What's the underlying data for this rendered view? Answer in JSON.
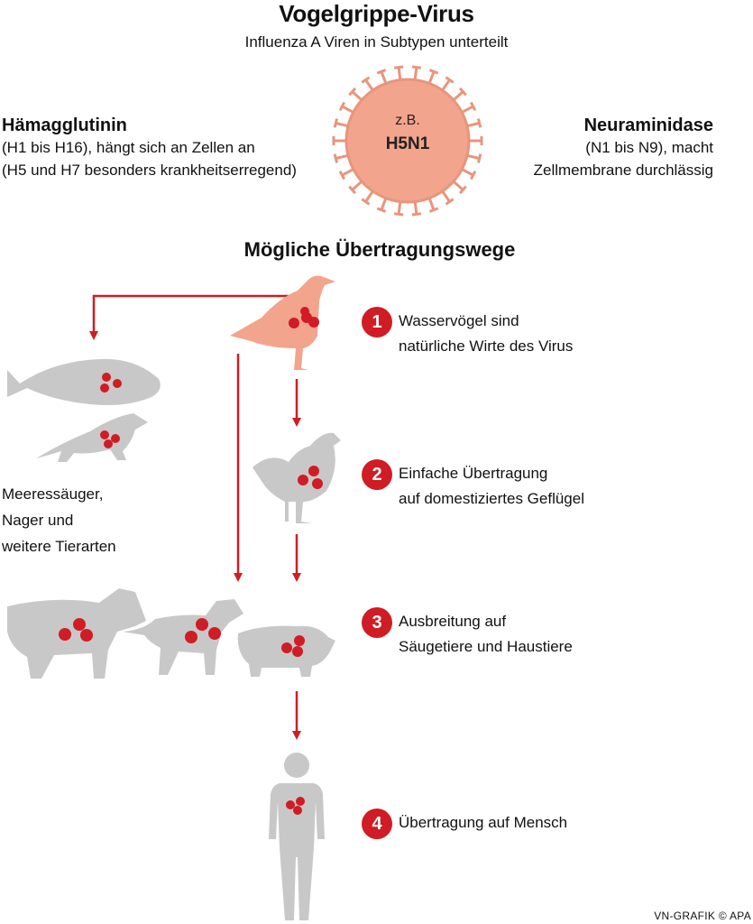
{
  "header": {
    "title": "Vogelgrippe-Virus",
    "subtitle": "Influenza A Viren in Subtypen unterteilt"
  },
  "virus": {
    "prefix": "z.B.",
    "subtype": "H5N1"
  },
  "left_info": {
    "title": "Hämagglutinin",
    "line1": "(H1 bis H16), hängt sich an Zellen an",
    "line2": "(H5 und H7 besonders krankheitserregend)"
  },
  "right_info": {
    "title": "Neuraminidase",
    "line1": "(N1 bis N9), macht",
    "line2": "Zellmembrane durchlässig"
  },
  "section_title": "Mögliche Übertragungswege",
  "steps": [
    {
      "num": "1",
      "text": "Wasservögel sind\nnatürliche Wirte des Virus"
    },
    {
      "num": "2",
      "text": "Einfache Übertragung\nauf domestiziertes Geflügel"
    },
    {
      "num": "3",
      "text": "Ausbreitung auf\nSäugetiere und Haustiere"
    },
    {
      "num": "4",
      "text": "Übertragung auf Mensch"
    }
  ],
  "marine_label": "Meeressäuger,\nNager und\nweitere Tierarten",
  "credit": "VN-GRAFIK © APA",
  "colors": {
    "accent_red": "#d01c24",
    "virus_fill": "#f2a48d",
    "bird_fill": "#f2a48d",
    "silhouette_gray": "#c8c8c8",
    "infection_dot": "#d01c24"
  }
}
